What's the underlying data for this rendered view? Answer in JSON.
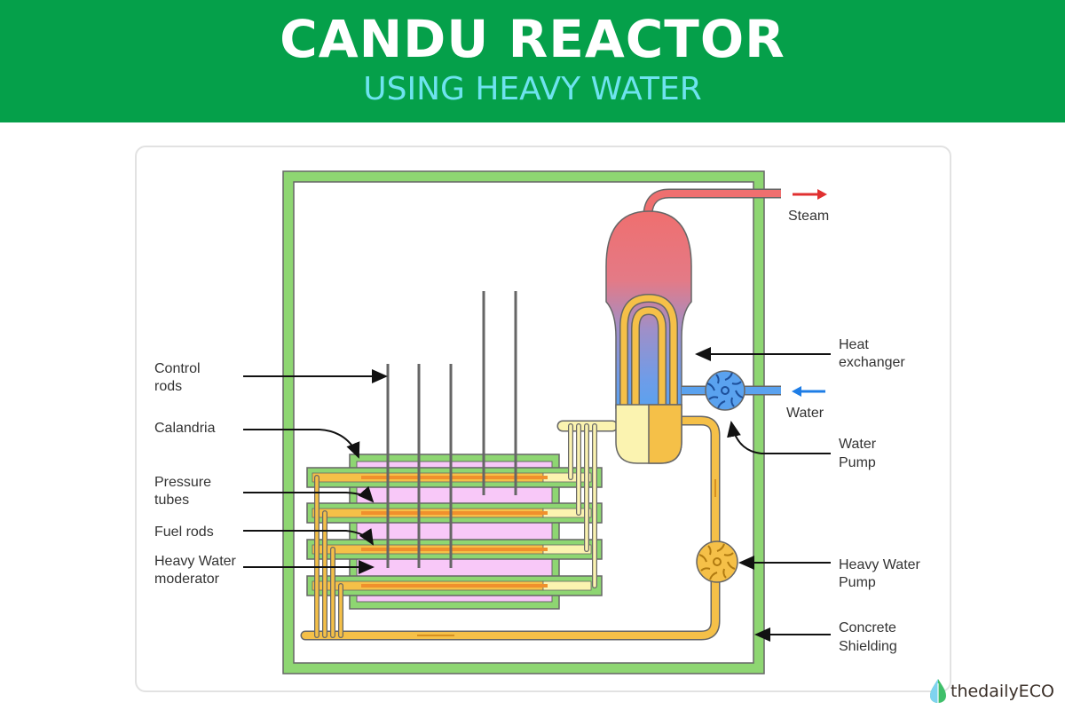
{
  "header": {
    "title": "CANDU REACTOR",
    "subtitle": "USING HEAVY WATER"
  },
  "colors": {
    "banner": "#05a04a",
    "subtitle": "#6ee3ef",
    "shielding": "#8ed672",
    "moderator": "#f8c8f8",
    "fuel": "#f5c048",
    "fuel_rod": "#f0902c",
    "coolant_cold": "#fbf3b0",
    "steam": "#ef6f6f",
    "water": "#5aa2ef",
    "steam_arrow": "#e03030",
    "water_arrow": "#1e7de6"
  },
  "labels": {
    "control_rods": [
      "Control",
      "rods"
    ],
    "calandria": [
      "Calandria"
    ],
    "pressure_tubes": [
      "Pressure",
      "tubes"
    ],
    "fuel_rods": [
      "Fuel rods"
    ],
    "moderator": [
      "Heavy Water",
      "moderator"
    ],
    "steam": "Steam",
    "heat_exchanger": [
      "Heat",
      "exchanger"
    ],
    "water": "Water",
    "water_pump": [
      "Water",
      "Pump"
    ],
    "heavy_water_pump": [
      "Heavy Water",
      "Pump"
    ],
    "concrete_shielding": [
      "Concrete",
      "Shielding"
    ]
  },
  "brand": {
    "name": "thedailyECO",
    "icon": "leaf-drop-icon"
  }
}
